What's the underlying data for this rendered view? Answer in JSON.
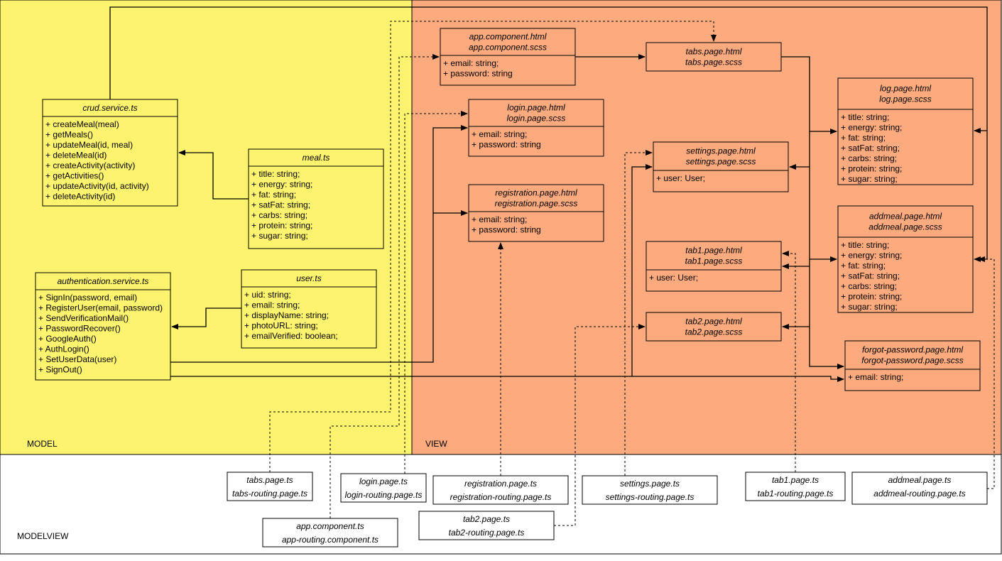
{
  "colors": {
    "model_zone": "#fdf36e",
    "view_zone": "#fdab7e",
    "modelview_zone": "#ffffff",
    "stroke": "#000000"
  },
  "zones": {
    "model": "MODEL",
    "view": "VIEW",
    "modelview": "MODELVIEW"
  },
  "classes": {
    "crud": {
      "title": [
        "crud.service.ts"
      ],
      "members": [
        "+ createMeal(meal)",
        "+ getMeals()",
        "+ updateMeal(id, meal)",
        "+ deleteMeal(id)",
        "+ createActivity(activity)",
        "+ getActivities()",
        "+ updateActivity(id, activity)",
        "+ deleteActivity(id)"
      ]
    },
    "meal": {
      "title": [
        "meal.ts"
      ],
      "members": [
        "+ title: string;",
        "+ energy: string;",
        "+ fat: string;",
        "+ satFat: string;",
        "+ carbs: string;",
        "+ protein: string;",
        "+ sugar: string;"
      ]
    },
    "auth": {
      "title": [
        "authentication.service.ts"
      ],
      "members": [
        "+ SignIn(password, email)",
        "+ RegisterUser(email, password)",
        "+ SendVerificationMail()",
        "+ PasswordRecover()",
        "+ GoogleAuth()",
        "+ AuthLogin()",
        "+ SetUserData(user)",
        "+ SignOut()"
      ]
    },
    "user": {
      "title": [
        "user.ts"
      ],
      "members": [
        "+ uid: string;",
        "+ email: string;",
        "+ displayName: string;",
        "+ photoURL: string;",
        "+ emailVerified: boolean;"
      ]
    },
    "appcomp": {
      "title": [
        "app.component.html",
        "app.component.scss"
      ],
      "members": [
        "+ email: string;",
        "+ password: string"
      ]
    },
    "tabs": {
      "title": [
        "tabs.page.html",
        "tabs.page.scss"
      ],
      "members": []
    },
    "login": {
      "title": [
        "login.page.html",
        "login.page.scss"
      ],
      "members": [
        "+ email: string;",
        "+ password: string"
      ]
    },
    "registration": {
      "title": [
        "registration.page.html",
        "registration.page.scss"
      ],
      "members": [
        "+ email: string;",
        "+ password: string"
      ]
    },
    "settings": {
      "title": [
        "settings.page.html",
        "settings.page.scss"
      ],
      "members": [
        "+ user: User;"
      ]
    },
    "log": {
      "title": [
        "log.page.html",
        "log.page.scss"
      ],
      "members": [
        "+ title: string;",
        "+ energy: string;",
        "+ fat: string;",
        "+ satFat: string;",
        "+ carbs: string;",
        "+ protein: string;",
        "+ sugar: string;"
      ]
    },
    "addmeal": {
      "title": [
        "addmeal.page.html",
        "addmeal.page.scss"
      ],
      "members": [
        "+ title: string;",
        "+ energy: string;",
        "+ fat: string;",
        "+ satFat: string;",
        "+ carbs: string;",
        "+ protein: string;",
        "+ sugar: string;"
      ]
    },
    "tab1": {
      "title": [
        "tab1.page.html",
        "tab1.page.scss"
      ],
      "members": [
        "+ user: User;"
      ]
    },
    "tab2": {
      "title": [
        "tab2.page.html",
        "tab2.page.scss"
      ],
      "members": []
    },
    "forgot": {
      "title": [
        "forgot-password.page.html",
        "forgot-password.page.scss"
      ],
      "members": [
        "+ email: string;"
      ]
    }
  },
  "modelview_files": {
    "tabs_ts": [
      "tabs.page.ts",
      "tabs-routing.page.ts"
    ],
    "login_ts": [
      "login.page.ts",
      "login-routing.page.ts"
    ],
    "registration_ts": [
      "registration.page.ts",
      "registration-routing.page.ts"
    ],
    "settings_ts": [
      "settings.page.ts",
      "settings-routing.page.ts"
    ],
    "tab1_ts": [
      "tab1.page.ts",
      "tab1-routing.page.ts"
    ],
    "addmeal_ts": [
      "addmeal.page.ts",
      "addmeal-routing.page.ts"
    ],
    "tab2_ts": [
      "tab2.page.ts",
      "tab2-routing.page.ts"
    ],
    "app_ts": [
      "app.component.ts",
      "app-routing.component.ts"
    ]
  }
}
